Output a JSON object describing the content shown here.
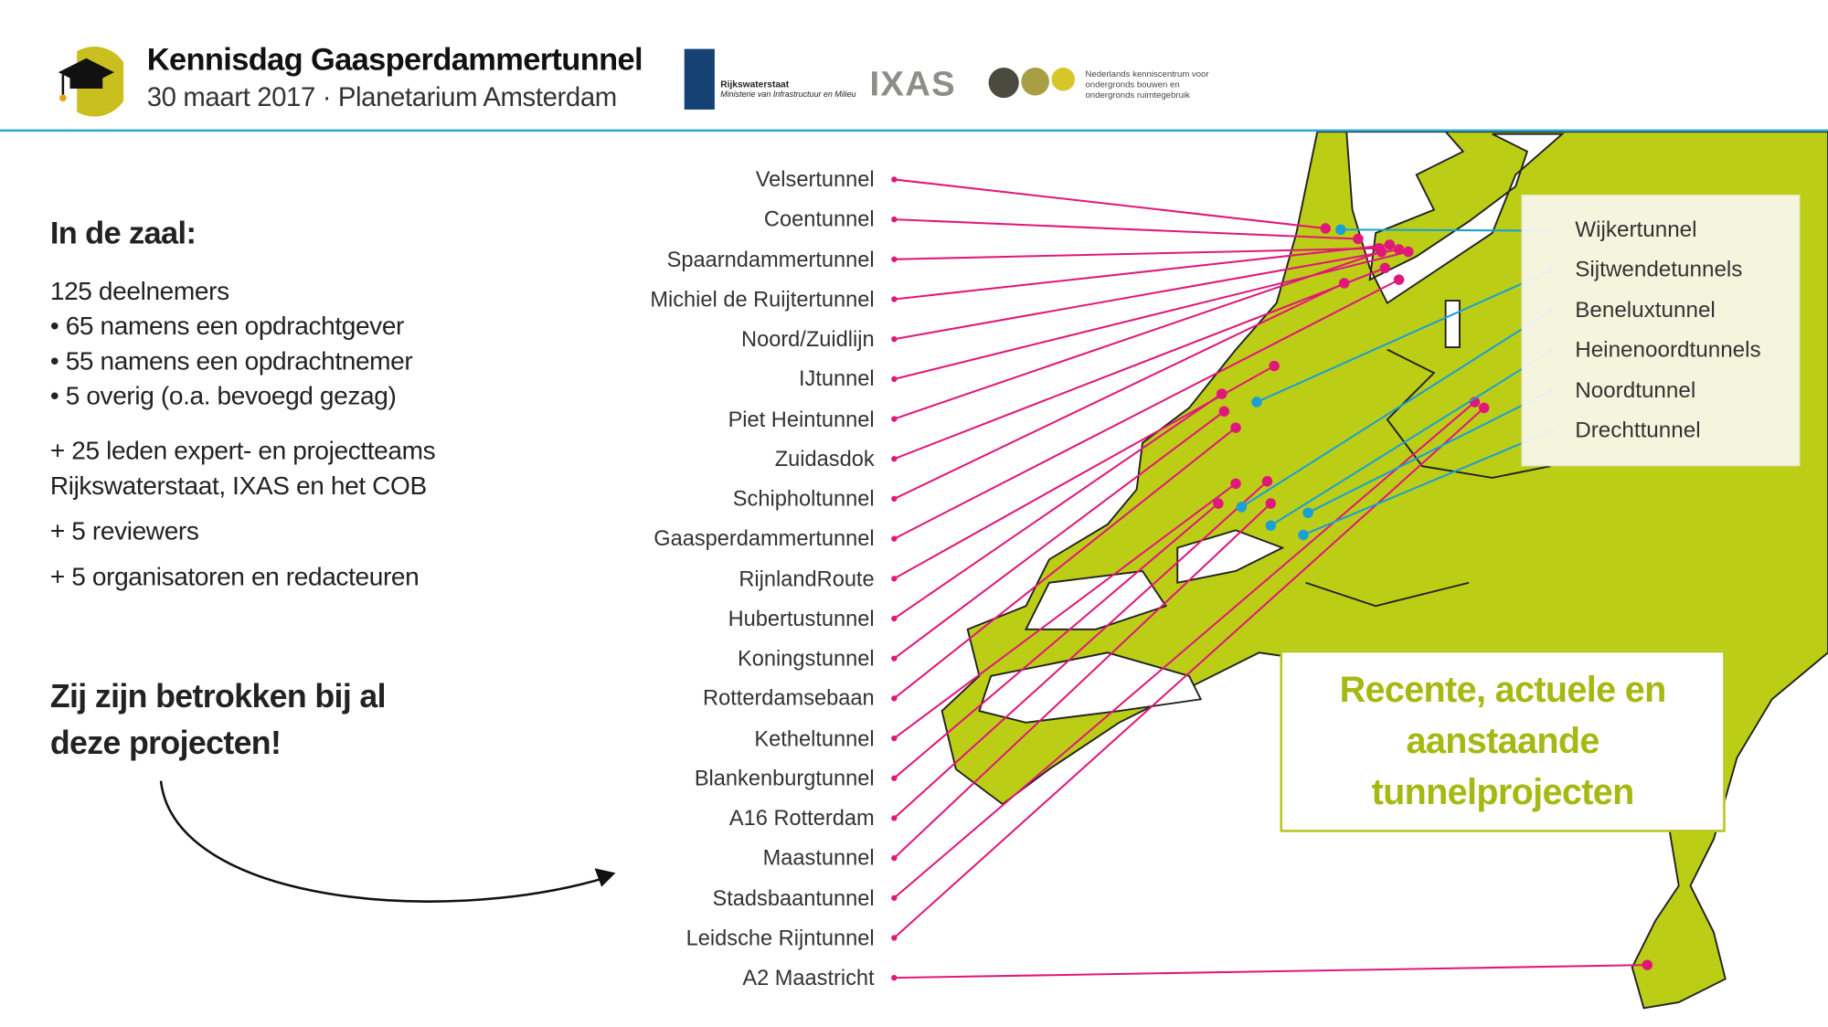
{
  "header": {
    "title": "Kennisdag Gaasperdammertunnel",
    "subtitle": "30 maart 2017 · Planetarium Amsterdam",
    "logos": {
      "cob_academy": "COB-academy",
      "rijkswaterstaat": "Rijkswaterstaat",
      "rijkswaterstaat_sub": "Ministerie van Infrastructuur en Milieu",
      "ixas": "IXAS",
      "cob": "COB",
      "cob_tagline": "Nederlands kenniscentrum voor ondergronds bouwen en ondergronds ruimtegebruik"
    }
  },
  "left": {
    "heading": "In de zaal:",
    "lines": [
      "125 deelnemers",
      "• 65 namens een opdrachtgever",
      "• 55 namens een opdrachtnemer",
      "• 5 overig (o.a. bevoegd gezag)",
      "+ 25 leden expert- en projectteams",
      "Rijkswaterstaat, IXAS en het COB",
      "+ 5 reviewers",
      "+ 5 organisatoren en redacteuren"
    ],
    "closing": [
      "Zij zijn betrokken bij al",
      "deze projecten!"
    ]
  },
  "tunnels_left": [
    "Velsertunnel",
    "Coentunnel",
    "Spaarndammertunnel",
    "Michiel de Ruijtertunnel",
    "Noord/Zuidlijn",
    "IJtunnel",
    "Piet Heintunnel",
    "Zuidasdok",
    "Schipholtunnel",
    "Gaasperdammertunnel",
    "RijnlandRoute",
    "Hubertustunnel",
    "Koningstunnel",
    "Rotterdamsebaan",
    "Ketheltunnel",
    "Blankenburgtunnel",
    "A16 Rotterdam",
    "Maastunnel",
    "Stadsbaantunnel",
    "Leidsche Rijntunnel",
    "A2 Maastricht"
  ],
  "tunnels_right": [
    "Wijkertunnel",
    "Sijtwendetunnels",
    "Beneluxtunnel",
    "Heinenoordtunnels",
    "Noordtunnel",
    "Drechttunnel"
  ],
  "callout": [
    "Recente, actuele en",
    "aanstaande",
    "tunnelprojecten"
  ],
  "colors": {
    "map": "#bccd16",
    "magenta": "#e0187a",
    "blue": "#1aa0d4",
    "accent": "#a6b812",
    "rule": "#2ea6d6"
  }
}
